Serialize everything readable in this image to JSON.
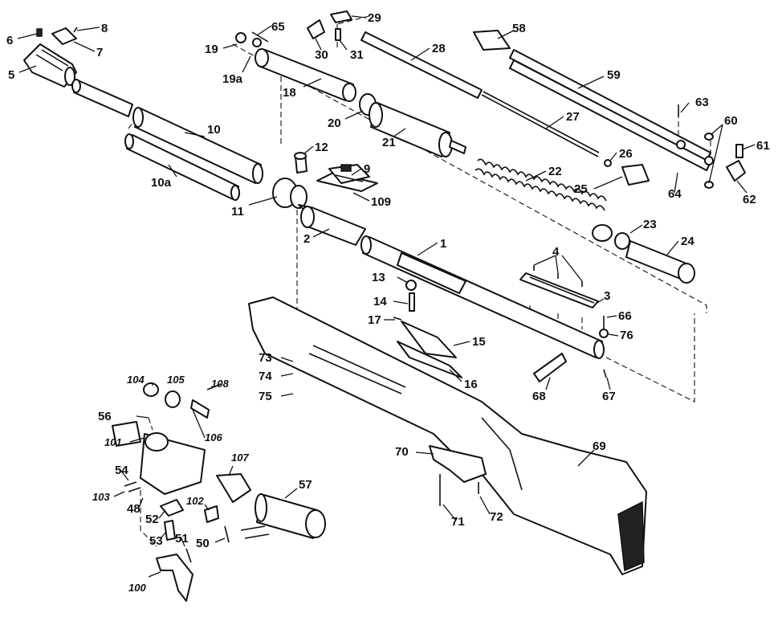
{
  "diagram": {
    "labels": {
      "l1": "1",
      "l2": "2",
      "l3": "3",
      "l4": "4",
      "l5": "5",
      "l6": "6",
      "l7": "7",
      "l8": "8",
      "l9": "9",
      "l10": "10",
      "l10a": "10a",
      "l11": "11",
      "l12": "12",
      "l13": "13",
      "l14": "14",
      "l15": "15",
      "l16": "16",
      "l17": "17",
      "l18": "18",
      "l19": "19",
      "l19a": "19a",
      "l20": "20",
      "l21": "21",
      "l22": "22",
      "l23": "23",
      "l24": "24",
      "l25": "25",
      "l26": "26",
      "l27": "27",
      "l28": "28",
      "l29": "29",
      "l30": "30",
      "l31": "31",
      "l48": "48",
      "l50": "50",
      "l51": "51",
      "l52": "52",
      "l53": "53",
      "l54": "54",
      "l56": "56",
      "l57": "57",
      "l58": "58",
      "l59": "59",
      "l60": "60",
      "l61": "61",
      "l62": "62",
      "l63": "63",
      "l64": "64",
      "l65": "65",
      "l66": "66",
      "l67": "67",
      "l68": "68",
      "l69": "69",
      "l70": "70",
      "l71": "71",
      "l72": "72",
      "l73": "73",
      "l74": "74",
      "l75": "75",
      "l76": "76",
      "l100": "100",
      "l101": "101",
      "l102": "102",
      "l103": "103",
      "l104": "104",
      "l105": "105",
      "l106": "106",
      "l107": "107",
      "l108": "108",
      "l109": "109"
    }
  }
}
